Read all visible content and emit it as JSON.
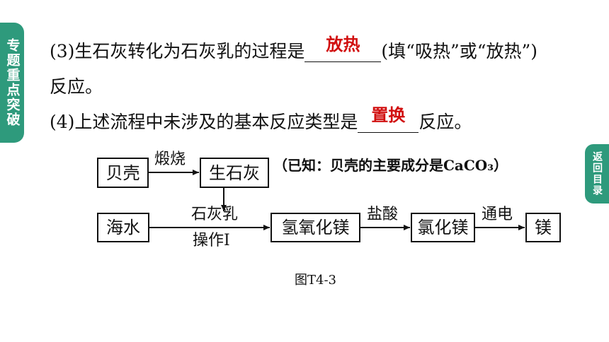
{
  "side_tab_left": "专题重点突破",
  "side_tab_right": "返回目录",
  "question3": {
    "prefix": "(3)生石灰转化为石灰乳的过程是",
    "answer": "放热",
    "suffix": "(填“吸热”或“放热”)",
    "cont": "反应。"
  },
  "question4": {
    "prefix": "(4)上述流程中未涉及的基本反应类型是",
    "answer": "置换",
    "suffix": "反应。"
  },
  "diagram": {
    "boxes": {
      "shell": "贝壳",
      "quicklime": "生石灰",
      "seawater": "海水",
      "mg_hydroxide": "氢氧化镁",
      "mg_chloride": "氯化镁",
      "magnesium": "镁"
    },
    "labels": {
      "calcine": "煅烧",
      "lime_milk": "石灰乳",
      "operation": "操作Ⅰ",
      "hcl": "盐酸",
      "electrolysis": "通电"
    },
    "note": "（已知：贝壳的主要成分是CaCO₃）"
  },
  "caption": "图T4-3",
  "colors": {
    "accent": "#2e9a7c",
    "answer": "#d10f0f"
  }
}
